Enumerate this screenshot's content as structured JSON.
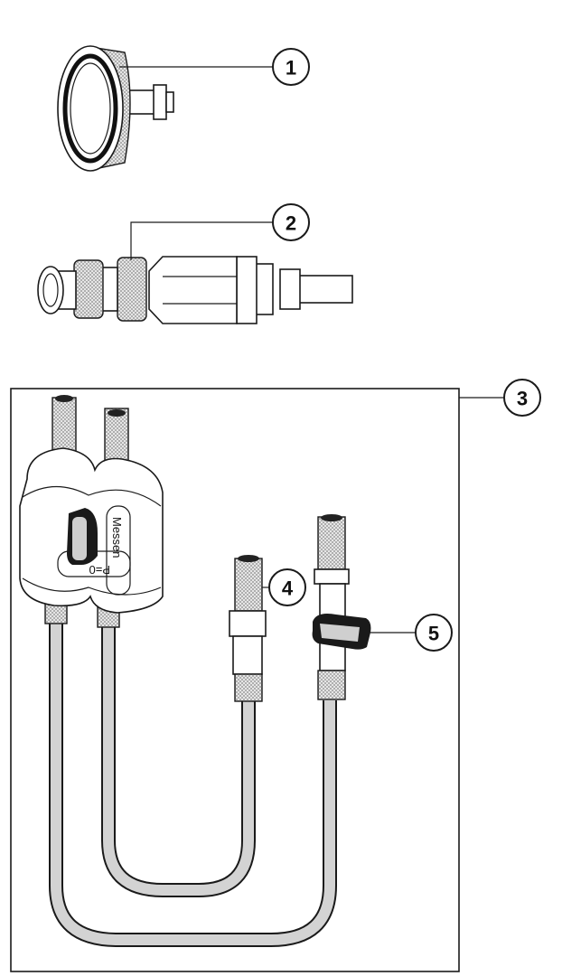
{
  "callouts": {
    "c1": "1",
    "c2": "2",
    "c3": "3",
    "c4": "4",
    "c5": "5"
  },
  "manifold": {
    "label_measure": "Messen",
    "label_zero": "P=0"
  },
  "colors": {
    "line": "#1a1a1a",
    "hose": "#d3d3d3",
    "handle": "#1a1a1a",
    "handle_face": "#cfcfcf"
  }
}
